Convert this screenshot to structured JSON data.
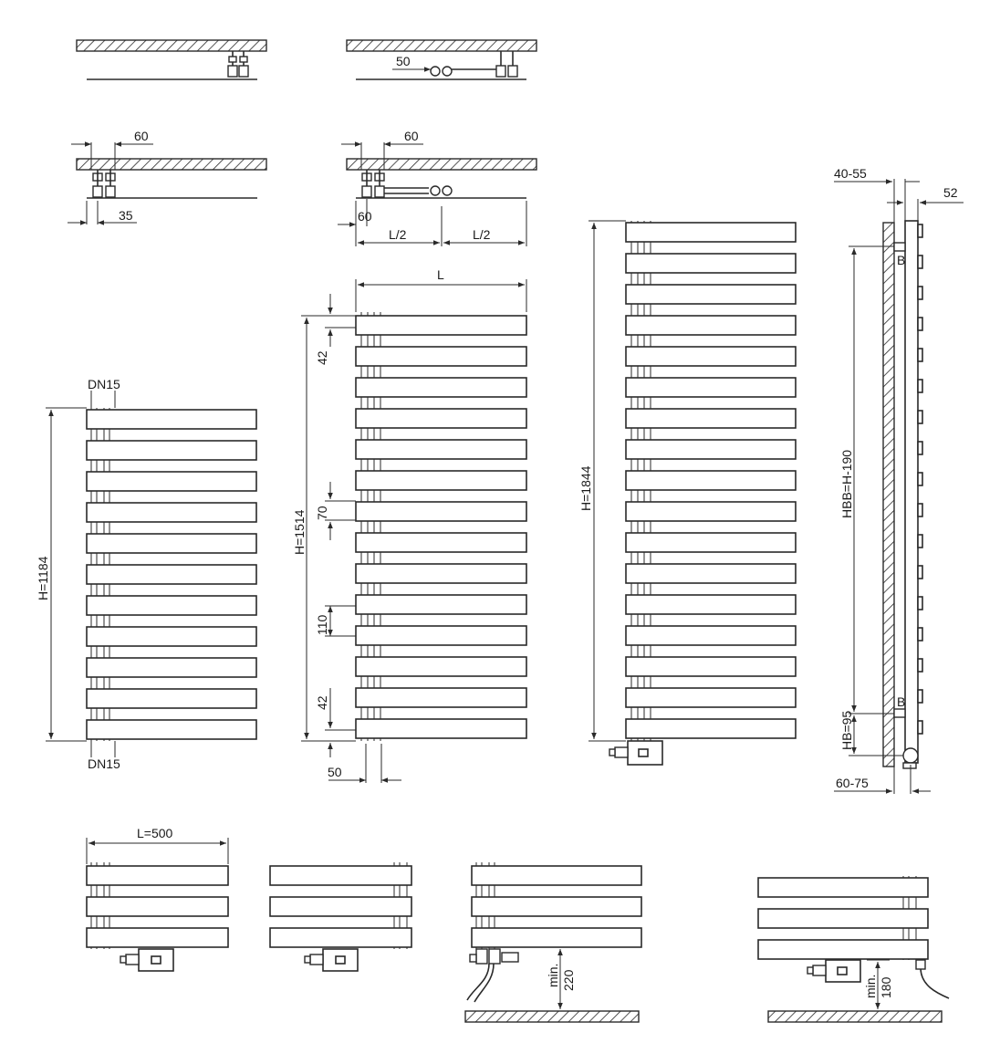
{
  "labels": {
    "top_right_offset": "50",
    "plan_left_width": "60",
    "plan_left_offset": "35",
    "plan_right_width": "60",
    "plan_right_offset": "60",
    "half_left": "L/2",
    "half_right": "L/2",
    "length": "L",
    "connector_top": "DN15",
    "connector_bottom": "DN15",
    "height_small": "H=1184",
    "height_medium": "H=1514",
    "height_large": "H=1844",
    "gap_top": "42",
    "gap_70": "70",
    "gap_110": "110",
    "gap_bottom": "42",
    "bottom_offset": "50",
    "side_wall_distance": "40-55",
    "side_depth": "52",
    "bracket_top": "B",
    "bracket_bottom": "B",
    "hbb": "HBB=H-190",
    "hb": "HB=95",
    "side_bottom": "60-75",
    "length_500": "L=500",
    "min_label_a": "min.",
    "min_value_a": "220",
    "min_label_b": "min.",
    "min_value_b": "180"
  },
  "colors": {
    "line": "#2a2a2a",
    "background": "#ffffff"
  }
}
